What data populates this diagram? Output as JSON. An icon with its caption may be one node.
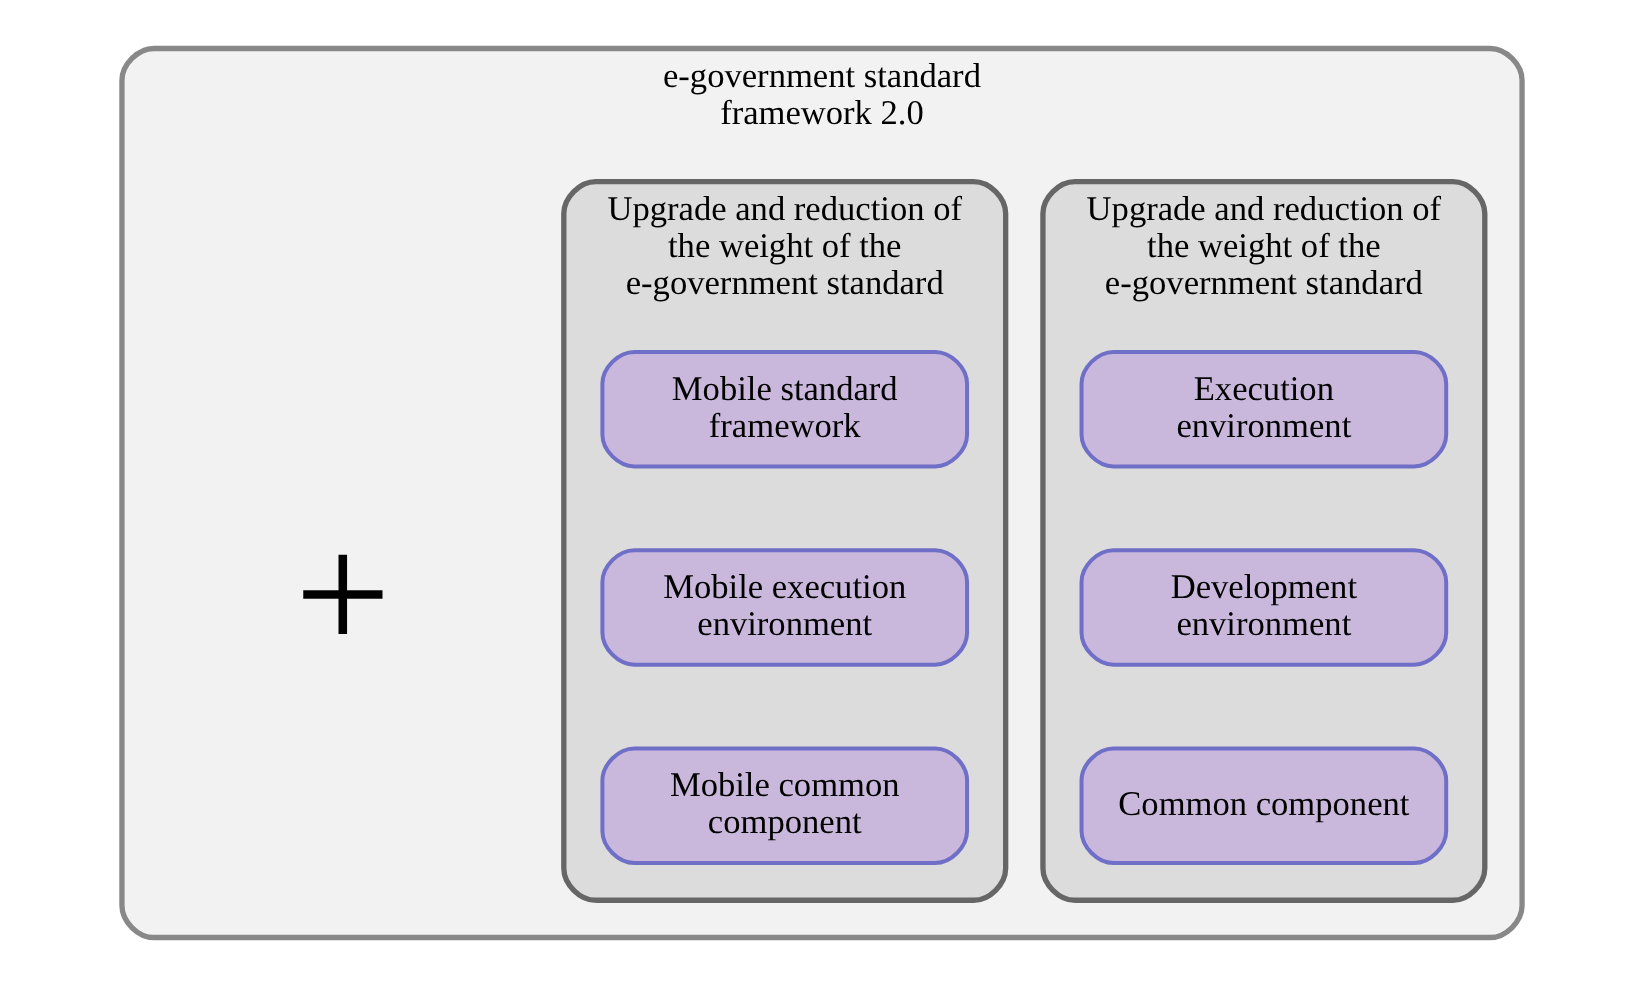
{
  "diagram": {
    "nodes": [
      {
        "text": [
          "e-government standard framework 2.0"
        ]
      },
      {
        "text": [
          "Upgrade and reduction of the weight of the e-government standard"
        ],
        "in": 0
      },
      {
        "text": [
          "Execution environment"
        ],
        "in": 1
      },
      {
        "text": [
          "Development environment"
        ],
        "in": 1
      },
      {
        "text": [
          "Common component"
        ],
        "in": 1
      },
      {
        "text": [
          "Upgrade and reduction of the weight of the e-government standard"
        ],
        "in": 0
      },
      {
        "text": [
          "Mobile standard framework"
        ],
        "in": 5
      },
      {
        "text": [
          "Mobile execution environment"
        ],
        "in": 5
      },
      {
        "text": [
          "Mobile common component"
        ],
        "in": 5
      }
    ],
    "edges": [],
    "labels": [
      "+"
    ]
  }
}
